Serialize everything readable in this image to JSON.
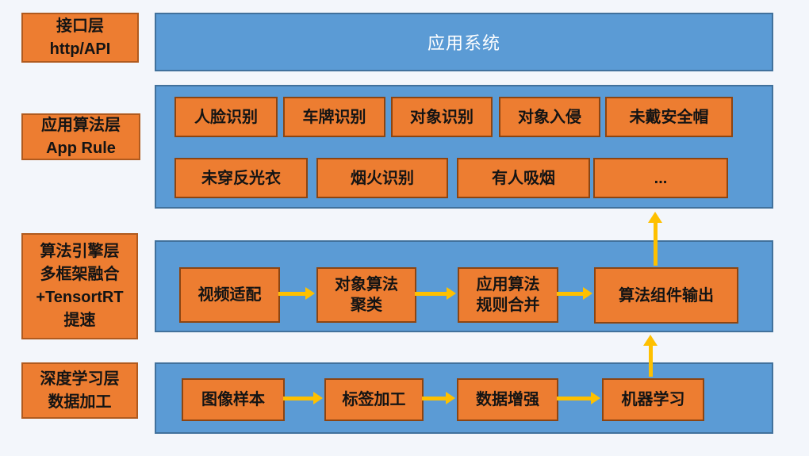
{
  "colors": {
    "background": "#f3f6fb",
    "band_fill": "#5b9bd5",
    "band_border": "#41719c",
    "box_fill": "#ed7d31",
    "box_border": "#8c4512",
    "label_fill": "#ed7d31",
    "label_border": "#b05a1e",
    "arrow": "#fec000",
    "text_color": "#141414",
    "band_title_color": "#ffffff"
  },
  "side_labels": {
    "interface_layer": "接口层\nhttp/API",
    "app_rule_layer": "应用算法层\nApp Rule",
    "engine_layer": "算法引擎层\n多框架融合\n+TensortRT\n提速",
    "deep_learning_layer": "深度学习层\n数据加工"
  },
  "bands": {
    "application_system": {
      "title": "应用系统"
    },
    "app_algorithms": {
      "row1": [
        "人脸识别",
        "车牌识别",
        "对象识别",
        "对象入侵",
        "未戴安全帽"
      ],
      "row2": [
        "未穿反光衣",
        "烟火识别",
        "有人吸烟",
        "..."
      ]
    },
    "engine_pipeline": {
      "steps": [
        "视频适配",
        "对象算法\n聚类",
        "应用算法\n规则合并",
        "算法组件输出"
      ]
    },
    "deep_learning_pipeline": {
      "steps": [
        "图像样本",
        "标签加工",
        "数据增强",
        "机器学习"
      ]
    }
  }
}
